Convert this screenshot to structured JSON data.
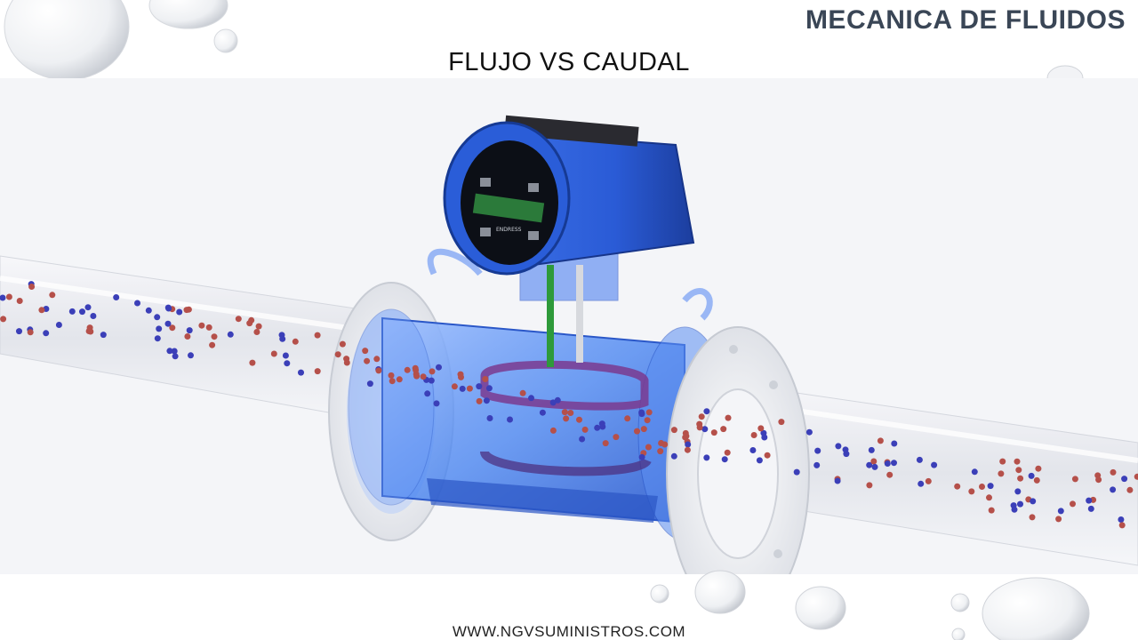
{
  "header": {
    "title": "MECANICA DE FLUIDOS"
  },
  "slide": {
    "title": "FLUJO VS CAUDAL"
  },
  "footer": {
    "url": "WWW.NGVSUMINISTROS.COM"
  },
  "illustration": {
    "subject": "electromagnetic-flowmeter-in-pipe",
    "display_label": "ENDRESS",
    "colors": {
      "housing": "#2f6fe0",
      "particle_red": "#b5504a",
      "particle_blue": "#3b3fb8",
      "pipe": "#e2e4ea"
    }
  }
}
